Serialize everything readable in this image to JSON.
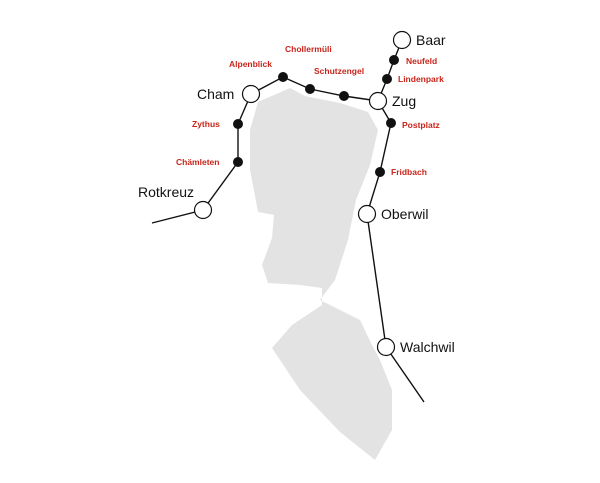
{
  "map": {
    "colors": {
      "lake": "#e3e3e3",
      "line": "#111111",
      "minor_label": "#c8241a"
    },
    "major_stations": {
      "baar": "Baar",
      "cham": "Cham",
      "zug": "Zug",
      "rotkreuz": "Rotkreuz",
      "oberwil": "Oberwil",
      "walchwil": "Walchwil"
    },
    "minor_stations": {
      "neufeld": "Neufeld",
      "lindenpark": "Lindenpark",
      "chollermuli": "Chollermüli",
      "alpenblick": "Alpenblick",
      "schutzengel": "Schutzengel",
      "zythus": "Zythus",
      "chamleten": "Chämleten",
      "postplatz": "Postplatz",
      "fridbach": "Fridbach"
    }
  }
}
